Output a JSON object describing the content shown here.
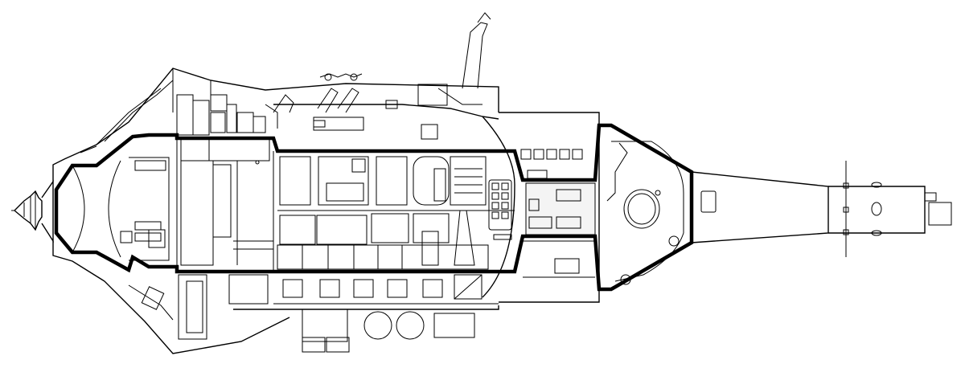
{
  "diagram": {
    "type": "technical-cutaway",
    "view": "side-section",
    "background": "#ffffff",
    "line_color": "#000000",
    "sections": [
      "nose-probe",
      "forward-compartment",
      "main-crew-compartment",
      "control-console",
      "rack-module",
      "aft-pressure-hull",
      "tail-boom"
    ]
  }
}
